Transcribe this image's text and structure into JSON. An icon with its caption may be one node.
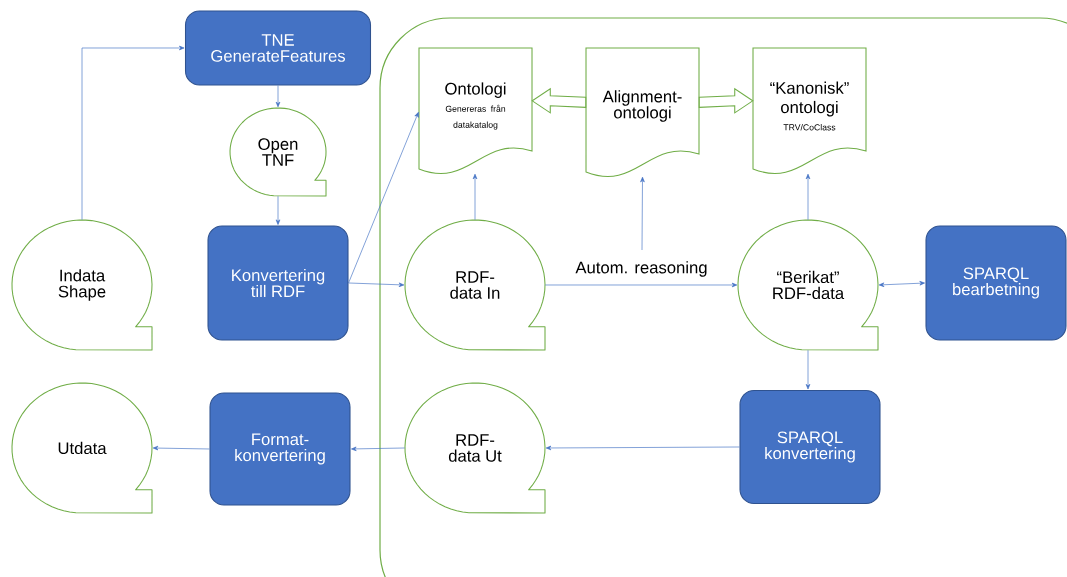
{
  "diagram": {
    "nodes": [
      {
        "text": [],
        "shape": "box"
      },
      {
        "text": [
          "TNE GenerateFeatures"
        ]
      },
      {
        "text": [
          "Open TNF"
        ]
      },
      {
        "text": [
          "Indata Shape"
        ]
      },
      {
        "text": [
          "Konvertering till RDF"
        ]
      },
      {
        "text": [
          "Ontologi",
          "Genereras från datakatalog"
        ],
        "in": 0
      },
      {
        "text": [
          "Alignment-ontologi"
        ],
        "in": 0
      },
      {
        "text": [
          "“Kanonisk” ontologi",
          "TRV/CoClass"
        ],
        "in": 0
      },
      {
        "text": [
          "RDF-data In"
        ],
        "in": 0
      },
      {
        "text": [
          "“Berikat” RDF-data"
        ],
        "in": 0
      },
      {
        "text": [
          "SPARQL bearbetning"
        ],
        "in": 0
      },
      {
        "text": [
          "Utdata"
        ]
      },
      {
        "text": [
          "Format-konvertering"
        ]
      },
      {
        "text": [
          "RDF-data Ut"
        ],
        "in": 0
      },
      {
        "text": [
          "SPARQL konvertering"
        ],
        "in": 0
      }
    ],
    "edges": [
      {
        "from": 3,
        "to": 1,
        "arrow": "to"
      },
      {
        "from": 1,
        "to": 2,
        "arrow": "to"
      },
      {
        "from": 2,
        "to": 4,
        "arrow": "to"
      },
      {
        "from": 4,
        "to": 5,
        "arrow": "to"
      },
      {
        "from": 4,
        "to": 8,
        "arrow": "to"
      },
      {
        "from": 8,
        "to": 5,
        "arrow": "to"
      },
      {
        "from": null,
        "to": 6,
        "arrow": "to"
      },
      {
        "from": 8,
        "to": 9,
        "arrow": "to",
        "label": "Autom. reasoning"
      },
      {
        "from": 9,
        "to": 7,
        "arrow": "to"
      },
      {
        "from": 9,
        "to": 10,
        "arrow": "both"
      },
      {
        "from": 9,
        "to": 14,
        "arrow": "to"
      },
      {
        "from": 14,
        "to": 13,
        "arrow": "to"
      },
      {
        "from": 13,
        "to": 12,
        "arrow": "to"
      },
      {
        "from": 12,
        "to": 11,
        "arrow": "to"
      },
      {
        "from": 6,
        "to": 5,
        "arrow": "to",
        "style": "thick",
        "color": "#70ad47"
      },
      {
        "from": 6,
        "to": 7,
        "arrow": "to",
        "style": "thick",
        "color": "#70ad47"
      }
    ]
  }
}
